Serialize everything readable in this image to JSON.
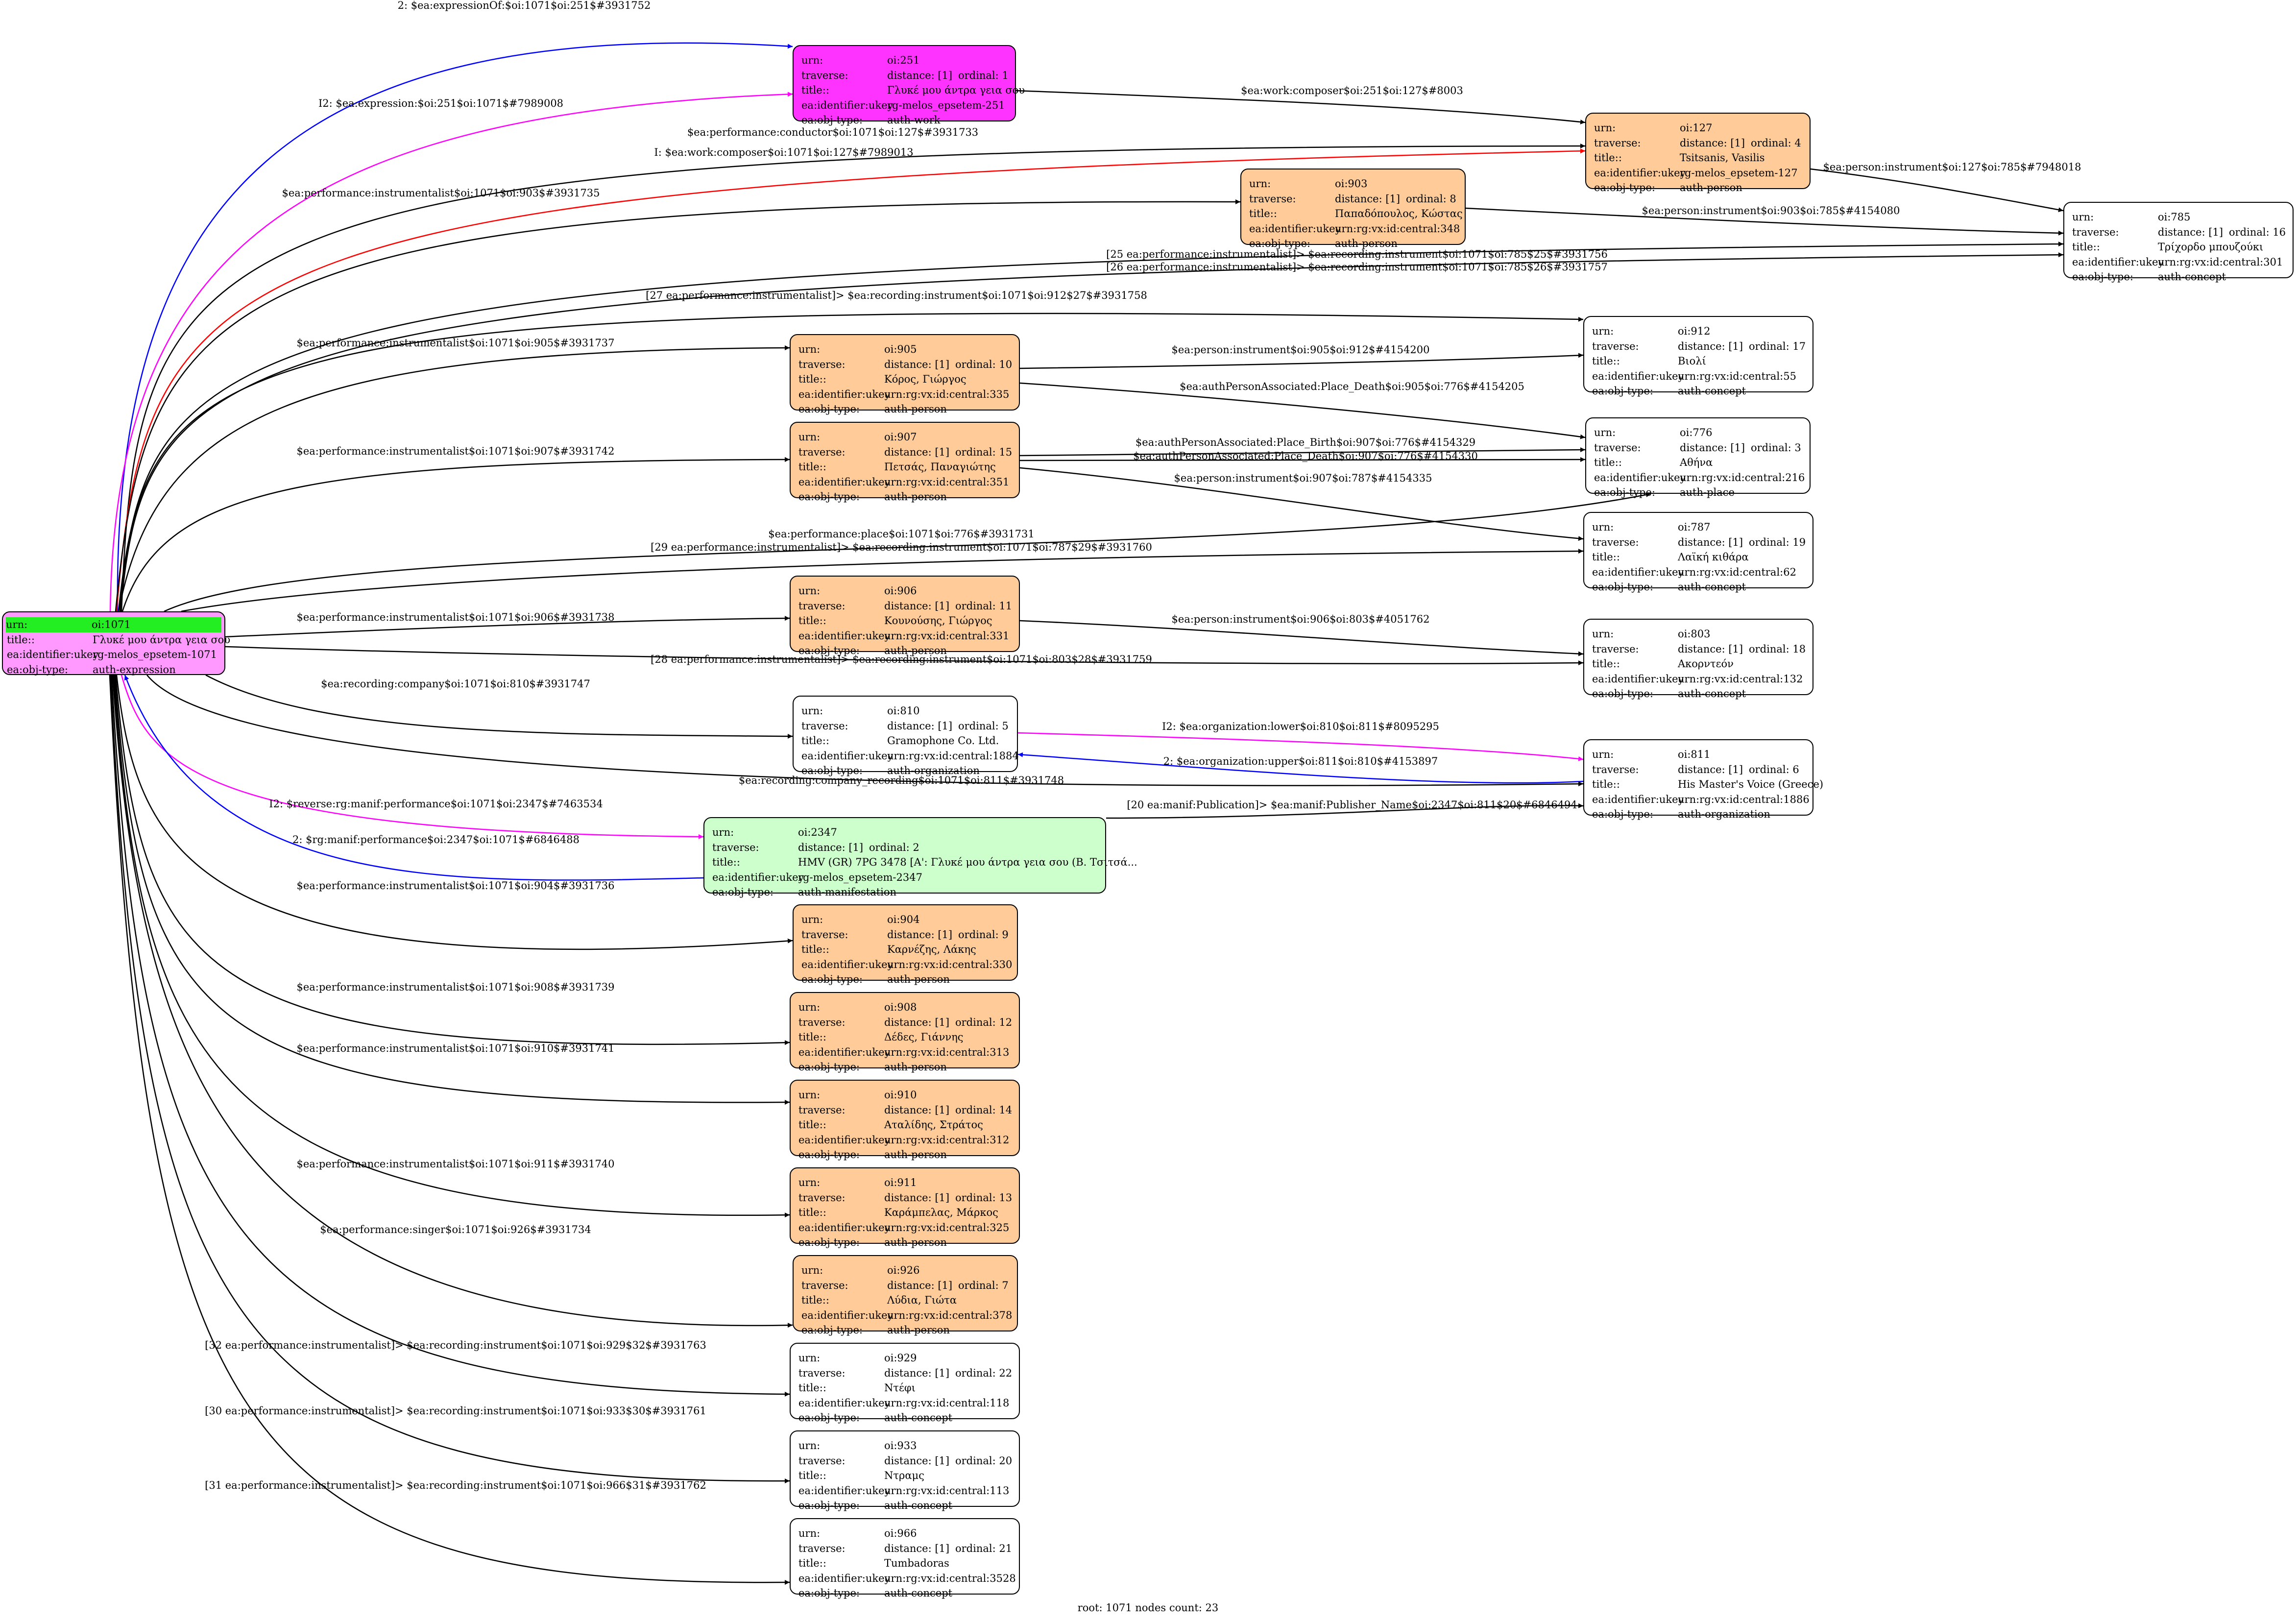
{
  "colors": {
    "expression": "#ff99ff",
    "work": "#ff33ff",
    "person": "#ffcc99",
    "manifestation": "#ccffcc",
    "concept": "#ffffff",
    "root_header": "#22ee22",
    "edge_default": "#000000",
    "edge_blue": "#0000ff",
    "edge_magenta": "#ff00ff",
    "edge_red": "#ff0000"
  },
  "keys": {
    "urn": "urn:",
    "traverse": "traverse:",
    "title": "title::",
    "ukey": "ea:identifier:ukey",
    "objtype": "ea:obj-type:"
  },
  "nodes": {
    "n1071": {
      "urn": "oi:1071",
      "title": "Γλυκέ μου άντρα γεια σου",
      "ukey": "rg-melos_epsetem-1071",
      "objtype": "auth-expression"
    },
    "n251": {
      "urn": "oi:251",
      "distance": "distance: [1]",
      "ordinal": "ordinal: 1",
      "title": "Γλυκέ μου άντρα γεια σου",
      "ukey": "rg-melos_epsetem-251",
      "objtype": "auth-work"
    },
    "n127": {
      "urn": "oi:127",
      "distance": "distance: [1]",
      "ordinal": "ordinal: 4",
      "title": "Tsitsanis, Vasilis",
      "ukey": "rg-melos_epsetem-127",
      "objtype": "auth-person"
    },
    "n903": {
      "urn": "oi:903",
      "distance": "distance: [1]",
      "ordinal": "ordinal: 8",
      "title": "Παπαδόπουλος, Κώστας",
      "ukey": "urn:rg:vx:id:central:348",
      "objtype": "auth-person"
    },
    "n785": {
      "urn": "oi:785",
      "distance": "distance: [1]",
      "ordinal": "ordinal: 16",
      "title": "Τρίχορδο μπουζούκι",
      "ukey": "urn:rg:vx:id:central:301",
      "objtype": "auth-concept"
    },
    "n912": {
      "urn": "oi:912",
      "distance": "distance: [1]",
      "ordinal": "ordinal: 17",
      "title": "Βιολί",
      "ukey": "urn:rg:vx:id:central:55",
      "objtype": "auth-concept"
    },
    "n905": {
      "urn": "oi:905",
      "distance": "distance: [1]",
      "ordinal": "ordinal: 10",
      "title": "Κόρος, Γιώργος",
      "ukey": "urn:rg:vx:id:central:335",
      "objtype": "auth-person"
    },
    "n776": {
      "urn": "oi:776",
      "distance": "distance: [1]",
      "ordinal": "ordinal: 3",
      "title": "Αθήνα",
      "ukey": "urn:rg:vx:id:central:216",
      "objtype": "auth-place"
    },
    "n907": {
      "urn": "oi:907",
      "distance": "distance: [1]",
      "ordinal": "ordinal: 15",
      "title": "Πετσάς, Παναγιώτης",
      "ukey": "urn:rg:vx:id:central:351",
      "objtype": "auth-person"
    },
    "n787": {
      "urn": "oi:787",
      "distance": "distance: [1]",
      "ordinal": "ordinal: 19",
      "title": "Λαϊκή κιθάρα",
      "ukey": "urn:rg:vx:id:central:62",
      "objtype": "auth-concept"
    },
    "n906": {
      "urn": "oi:906",
      "distance": "distance: [1]",
      "ordinal": "ordinal: 11",
      "title": "Κουνούσης, Γιώργος",
      "ukey": "urn:rg:vx:id:central:331",
      "objtype": "auth-person"
    },
    "n803": {
      "urn": "oi:803",
      "distance": "distance: [1]",
      "ordinal": "ordinal: 18",
      "title": "Ακορντεόν",
      "ukey": "urn:rg:vx:id:central:132",
      "objtype": "auth-concept"
    },
    "n810": {
      "urn": "oi:810",
      "distance": "distance: [1]",
      "ordinal": "ordinal: 5",
      "title": "Gramophone Co. Ltd.",
      "ukey": "urn:rg:vx:id:central:1884",
      "objtype": "auth-organization"
    },
    "n811": {
      "urn": "oi:811",
      "distance": "distance: [1]",
      "ordinal": "ordinal: 6",
      "title": "His Master's Voice (Greece)",
      "ukey": "urn:rg:vx:id:central:1886",
      "objtype": "auth-organization"
    },
    "n2347": {
      "urn": "oi:2347",
      "distance": "distance: [1]",
      "ordinal": "ordinal: 2",
      "title": "HMV (GR) 7PG 3478 [A': Γλυκέ μου άντρα γεια σου (Β. Τσιτσά...",
      "ukey": "rg-melos_epsetem-2347",
      "objtype": "auth-manifestation"
    },
    "n904": {
      "urn": "oi:904",
      "distance": "distance: [1]",
      "ordinal": "ordinal: 9",
      "title": "Καρνέζης, Λάκης",
      "ukey": "urn:rg:vx:id:central:330",
      "objtype": "auth-person"
    },
    "n908": {
      "urn": "oi:908",
      "distance": "distance: [1]",
      "ordinal": "ordinal: 12",
      "title": "Δέδες, Γιάννης",
      "ukey": "urn:rg:vx:id:central:313",
      "objtype": "auth-person"
    },
    "n910": {
      "urn": "oi:910",
      "distance": "distance: [1]",
      "ordinal": "ordinal: 14",
      "title": "Αταλίδης, Στράτος",
      "ukey": "urn:rg:vx:id:central:312",
      "objtype": "auth-person"
    },
    "n911": {
      "urn": "oi:911",
      "distance": "distance: [1]",
      "ordinal": "ordinal: 13",
      "title": "Καράμπελας, Μάρκος",
      "ukey": "urn:rg:vx:id:central:325",
      "objtype": "auth-person"
    },
    "n926": {
      "urn": "oi:926",
      "distance": "distance: [1]",
      "ordinal": "ordinal: 7",
      "title": "Λύδια, Γιώτα",
      "ukey": "urn:rg:vx:id:central:378",
      "objtype": "auth-person"
    },
    "n929": {
      "urn": "oi:929",
      "distance": "distance: [1]",
      "ordinal": "ordinal: 22",
      "title": "Ντέφι",
      "ukey": "urn:rg:vx:id:central:118",
      "objtype": "auth-concept"
    },
    "n933": {
      "urn": "oi:933",
      "distance": "distance: [1]",
      "ordinal": "ordinal: 20",
      "title": "Ντραμς",
      "ukey": "urn:rg:vx:id:central:113",
      "objtype": "auth-concept"
    },
    "n966": {
      "urn": "oi:966",
      "distance": "distance: [1]",
      "ordinal": "ordinal: 21",
      "title": "Tumbadoras",
      "ukey": "urn:rg:vx:id:central:3528",
      "objtype": "auth-concept"
    }
  },
  "edges": [
    {
      "label": "2: $ea:expressionOf:$oi:1071$oi:251$#3931752",
      "color": "blue"
    },
    {
      "label": "I2: $ea:expression:$oi:251$oi:1071$#7989008",
      "color": "magenta"
    },
    {
      "label": "$ea:work:composer$oi:251$oi:127$#8003",
      "color": "default"
    },
    {
      "label": "$ea:performance:conductor$oi:1071$oi:127$#3931733",
      "color": "default"
    },
    {
      "label": "I: $ea:work:composer$oi:1071$oi:127$#7989013",
      "color": "red"
    },
    {
      "label": "$ea:person:instrument$oi:127$oi:785$#7948018",
      "color": "default"
    },
    {
      "label": "$ea:performance:instrumentalist$oi:1071$oi:903$#3931735",
      "color": "default"
    },
    {
      "label": "$ea:person:instrument$oi:903$oi:785$#4154080",
      "color": "default"
    },
    {
      "label": "[25 ea:performance:instrumentalist]> $ea:recording:instrument$oi:1071$oi:785$25$#3931756",
      "color": "default"
    },
    {
      "label": "[26 ea:performance:instrumentalist]> $ea:recording:instrument$oi:1071$oi:785$26$#3931757",
      "color": "default"
    },
    {
      "label": "[27 ea:performance:instrumentalist]> $ea:recording:instrument$oi:1071$oi:912$27$#3931758",
      "color": "default"
    },
    {
      "label": "$ea:performance:instrumentalist$oi:1071$oi:905$#3931737",
      "color": "default"
    },
    {
      "label": "$ea:person:instrument$oi:905$oi:912$#4154200",
      "color": "default"
    },
    {
      "label": "$ea:authPersonAssociated:Place_Death$oi:905$oi:776$#4154205",
      "color": "default"
    },
    {
      "label": "$ea:performance:instrumentalist$oi:1071$oi:907$#3931742",
      "color": "default"
    },
    {
      "label": "$ea:authPersonAssociated:Place_Birth$oi:907$oi:776$#4154329",
      "color": "default"
    },
    {
      "label": "$ea:authPersonAssociated:Place_Death$oi:907$oi:776$#4154330",
      "color": "default"
    },
    {
      "label": "$ea:person:instrument$oi:907$oi:787$#4154335",
      "color": "default"
    },
    {
      "label": "$ea:performance:place$oi:1071$oi:776$#3931731",
      "color": "default"
    },
    {
      "label": "[29 ea:performance:instrumentalist]> $ea:recording:instrument$oi:1071$oi:787$29$#3931760",
      "color": "default"
    },
    {
      "label": "$ea:performance:instrumentalist$oi:1071$oi:906$#3931738",
      "color": "default"
    },
    {
      "label": "$ea:person:instrument$oi:906$oi:803$#4051762",
      "color": "default"
    },
    {
      "label": "[28 ea:performance:instrumentalist]> $ea:recording:instrument$oi:1071$oi:803$28$#3931759",
      "color": "default"
    },
    {
      "label": "$ea:recording:company$oi:1071$oi:810$#3931747",
      "color": "default"
    },
    {
      "label": "I2: $ea:organization:lower$oi:810$oi:811$#8095295",
      "color": "magenta"
    },
    {
      "label": "2: $ea:organization:upper$oi:811$oi:810$#4153897",
      "color": "blue"
    },
    {
      "label": "$ea:recording:company_recording$oi:1071$oi:811$#3931748",
      "color": "default"
    },
    {
      "label": "[20 ea:manif:Publication]> $ea:manif:Publisher_Name$oi:2347$oi:811$20$#6846494",
      "color": "default"
    },
    {
      "label": "I2: $reverse:rg:manif:performance$oi:1071$oi:2347$#7463534",
      "color": "magenta"
    },
    {
      "label": "2: $rg:manif:performance$oi:2347$oi:1071$#6846488",
      "color": "blue"
    },
    {
      "label": "$ea:performance:instrumentalist$oi:1071$oi:904$#3931736",
      "color": "default"
    },
    {
      "label": "$ea:performance:instrumentalist$oi:1071$oi:908$#3931739",
      "color": "default"
    },
    {
      "label": "$ea:performance:instrumentalist$oi:1071$oi:910$#3931741",
      "color": "default"
    },
    {
      "label": "$ea:performance:instrumentalist$oi:1071$oi:911$#3931740",
      "color": "default"
    },
    {
      "label": "$ea:performance:singer$oi:1071$oi:926$#3931734",
      "color": "default"
    },
    {
      "label": "[32 ea:performance:instrumentalist]> $ea:recording:instrument$oi:1071$oi:929$32$#3931763",
      "color": "default"
    },
    {
      "label": "[30 ea:performance:instrumentalist]> $ea:recording:instrument$oi:1071$oi:933$30$#3931761",
      "color": "default"
    },
    {
      "label": "[31 ea:performance:instrumentalist]> $ea:recording:instrument$oi:1071$oi:966$31$#3931762",
      "color": "default"
    }
  ],
  "footer": "root: 1071 nodes count: 23"
}
